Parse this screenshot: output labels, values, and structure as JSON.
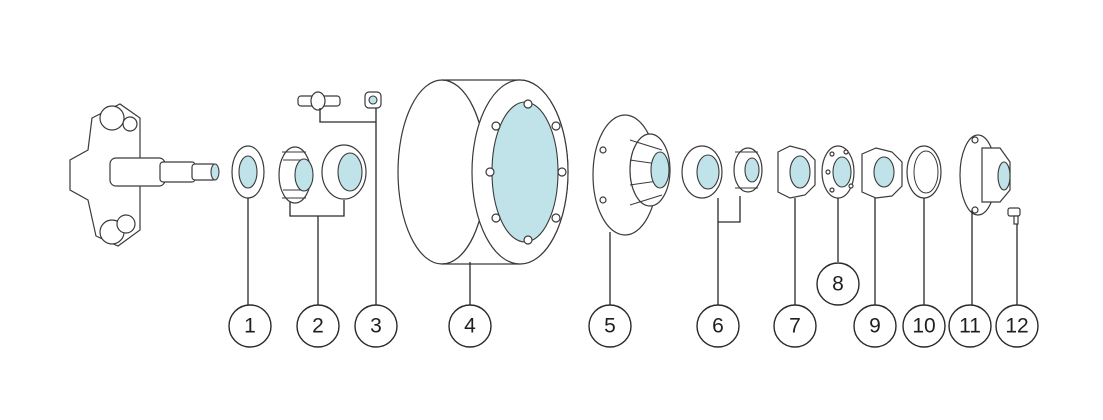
{
  "callouts": [
    {
      "id": "1",
      "label": "1"
    },
    {
      "id": "2",
      "label": "2"
    },
    {
      "id": "3",
      "label": "3"
    },
    {
      "id": "4",
      "label": "4"
    },
    {
      "id": "5",
      "label": "5"
    },
    {
      "id": "6",
      "label": "6"
    },
    {
      "id": "7",
      "label": "7"
    },
    {
      "id": "8",
      "label": "8"
    },
    {
      "id": "9",
      "label": "9"
    },
    {
      "id": "10",
      "label": "10"
    },
    {
      "id": "11",
      "label": "11"
    },
    {
      "id": "12",
      "label": "12"
    }
  ],
  "colors": {
    "line": "#3a3a3a",
    "highlight": "#bfe3e9",
    "background": "#ffffff"
  }
}
